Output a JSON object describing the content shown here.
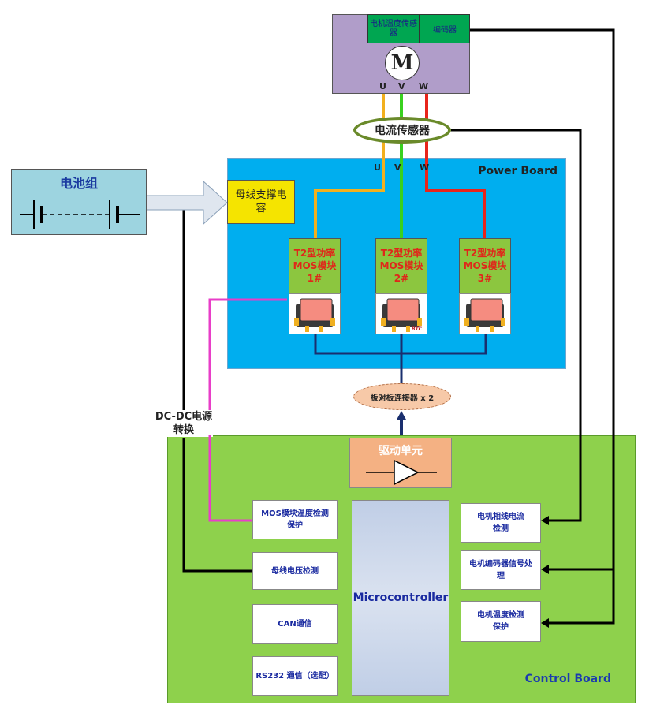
{
  "motor": {
    "temp_sensor_label": "电机温度传感器",
    "encoder_label": "编码器",
    "symbol": "M",
    "phases_top": [
      "U",
      "V",
      "W"
    ],
    "phases_board": [
      "U",
      "V",
      "W"
    ]
  },
  "current_sensor": {
    "label": "电流传感器"
  },
  "power_board": {
    "title": "Power Board",
    "bus_cap_label": "母线支撑电容",
    "modules": [
      {
        "label": "T2型功率MOS模块1#"
      },
      {
        "label": "T2型功率MOS模块2#"
      },
      {
        "label": "T2型功率MOS模块3#"
      }
    ],
    "module_badge": "BTC"
  },
  "battery": {
    "label": "电池组"
  },
  "board_connector": {
    "label": "板对板连接器 x 2"
  },
  "dcdc": {
    "label": "DC-DC电源转换"
  },
  "control_board": {
    "title": "Control Board",
    "drive_unit": "驱动单元",
    "mcu": "Microcontroller",
    "left_blocks": [
      "MOS模块温度检测保护",
      "母线电压检测",
      "CAN通信",
      "RS232 通信（选配）"
    ],
    "right_blocks": [
      "电机相线电流检测",
      "电机编码器信号处理",
      "电机温度检测保护"
    ]
  },
  "colors": {
    "phase_u": "#f2b01e",
    "phase_v": "#39d11f",
    "phase_w": "#e8241b",
    "temp_line": "#e83ec8",
    "power_board": "#00aeef",
    "control_board": "#8ed14c"
  }
}
